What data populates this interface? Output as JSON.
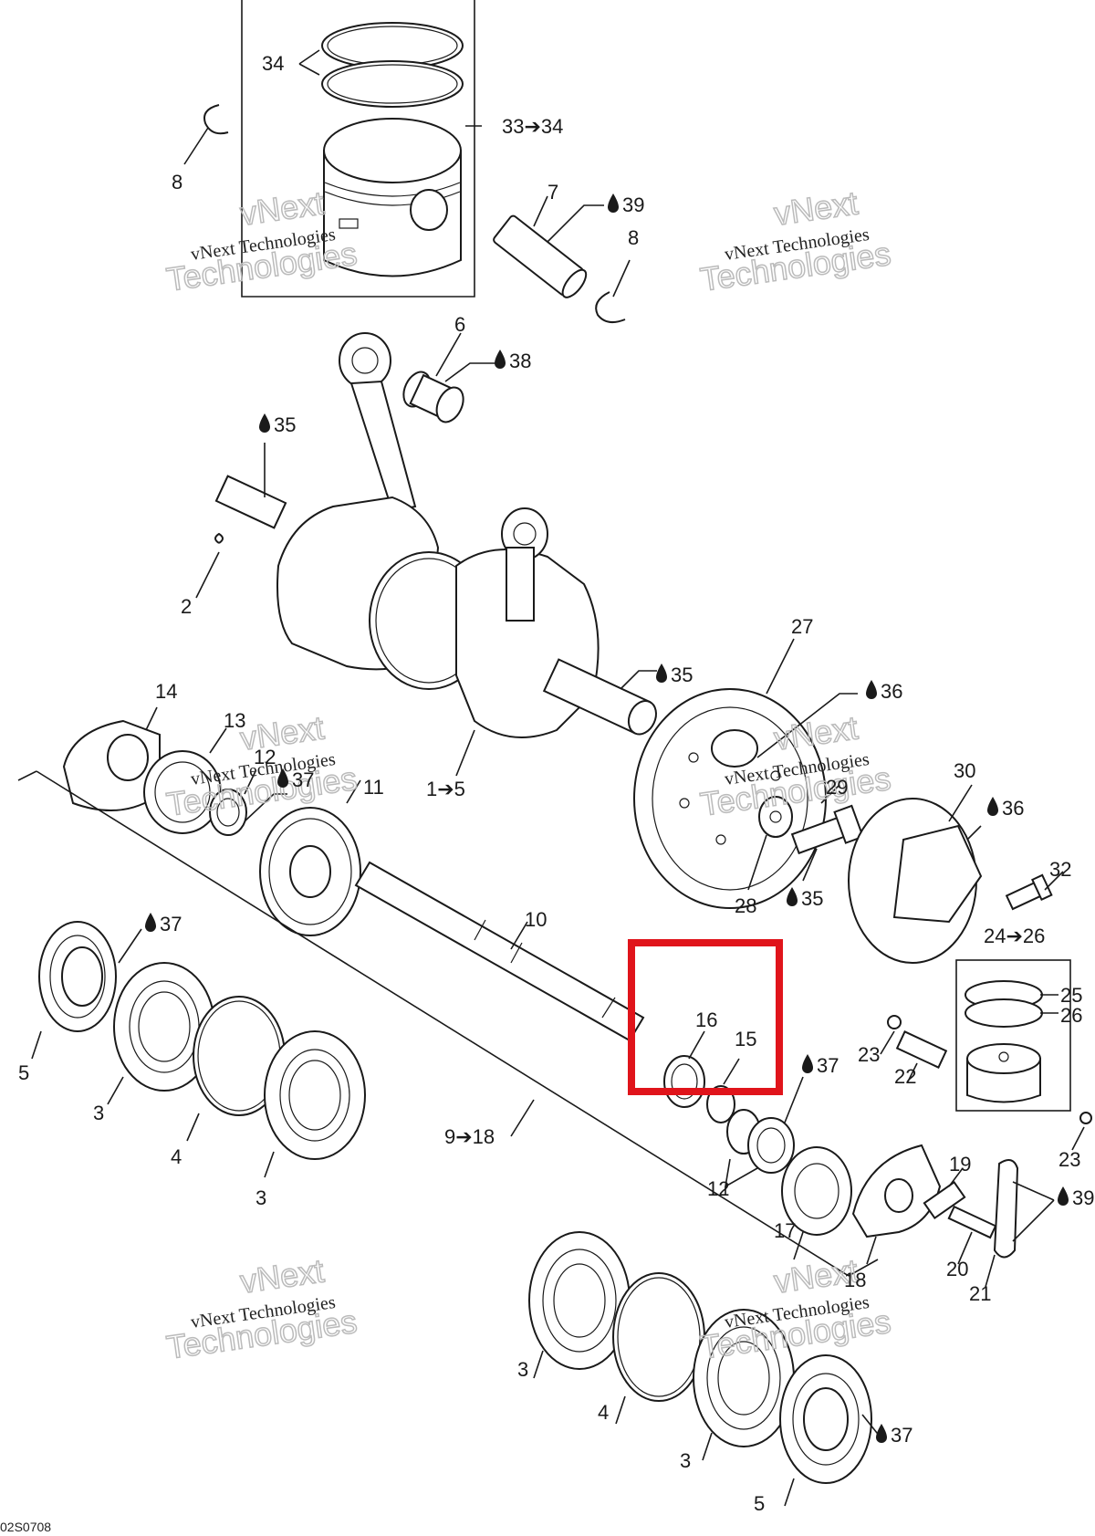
{
  "diagram": {
    "code": "02S0708",
    "watermarks": [
      {
        "line1": "vNext Technologies",
        "line2": "vNext",
        "line3": "Technologies"
      },
      {
        "line1": "vNext Technologies",
        "line2": "vNext",
        "line3": "Technologies"
      },
      {
        "line1": "vNext Technologies",
        "line2": "vNext",
        "line3": "Technologies"
      },
      {
        "line1": "vNext Technologies",
        "line2": "vNext",
        "line3": "Technologies"
      },
      {
        "line1": "vNext Technologies",
        "line2": "vNext",
        "line3": "Technologies"
      },
      {
        "line1": "vNext Technologies",
        "line2": "vNext",
        "line3": "Technologies"
      }
    ],
    "callouts": [
      {
        "id": "c34",
        "text": "34"
      },
      {
        "id": "c33",
        "text": "33➔34"
      },
      {
        "id": "c8a",
        "text": "8"
      },
      {
        "id": "c7",
        "text": "7"
      },
      {
        "id": "c39a",
        "text": "39",
        "drop": true
      },
      {
        "id": "c8b",
        "text": "8"
      },
      {
        "id": "c6",
        "text": "6"
      },
      {
        "id": "c38",
        "text": "38",
        "drop": true
      },
      {
        "id": "c35a",
        "text": "35",
        "drop": true
      },
      {
        "id": "c2",
        "text": "2"
      },
      {
        "id": "c27",
        "text": "27"
      },
      {
        "id": "c35b",
        "text": "35",
        "drop": true
      },
      {
        "id": "c36a",
        "text": "36",
        "drop": true
      },
      {
        "id": "c14",
        "text": "14"
      },
      {
        "id": "c13",
        "text": "13"
      },
      {
        "id": "c12a",
        "text": "12"
      },
      {
        "id": "c37a",
        "text": "37",
        "drop": true
      },
      {
        "id": "c11",
        "text": "11"
      },
      {
        "id": "c1",
        "text": "1➔5"
      },
      {
        "id": "c30",
        "text": "30"
      },
      {
        "id": "c36b",
        "text": "36",
        "drop": true
      },
      {
        "id": "c29",
        "text": "29"
      },
      {
        "id": "c32",
        "text": "32"
      },
      {
        "id": "c28",
        "text": "28"
      },
      {
        "id": "c35c",
        "text": "35",
        "drop": true
      },
      {
        "id": "c37b",
        "text": "37",
        "drop": true
      },
      {
        "id": "c10",
        "text": "10"
      },
      {
        "id": "c24",
        "text": "24➔26"
      },
      {
        "id": "c25",
        "text": "25"
      },
      {
        "id": "c26",
        "text": "26"
      },
      {
        "id": "c16",
        "text": "16"
      },
      {
        "id": "c15",
        "text": "15"
      },
      {
        "id": "c37c",
        "text": "37",
        "drop": true
      },
      {
        "id": "c23a",
        "text": "23"
      },
      {
        "id": "c22",
        "text": "22"
      },
      {
        "id": "c5a",
        "text": "5"
      },
      {
        "id": "c3a",
        "text": "3"
      },
      {
        "id": "c4a",
        "text": "4"
      },
      {
        "id": "c3b",
        "text": "3"
      },
      {
        "id": "c9",
        "text": "9➔18"
      },
      {
        "id": "c12b",
        "text": "12"
      },
      {
        "id": "c17",
        "text": "17"
      },
      {
        "id": "c19",
        "text": "19"
      },
      {
        "id": "c23b",
        "text": "23"
      },
      {
        "id": "c39b",
        "text": "39",
        "drop": true
      },
      {
        "id": "c18",
        "text": "18"
      },
      {
        "id": "c20",
        "text": "20"
      },
      {
        "id": "c21",
        "text": "21"
      },
      {
        "id": "c3c",
        "text": "3"
      },
      {
        "id": "c4b",
        "text": "4"
      },
      {
        "id": "c3d",
        "text": "3"
      },
      {
        "id": "c37d",
        "text": "37",
        "drop": true
      },
      {
        "id": "c5b",
        "text": "5"
      }
    ],
    "colors": {
      "highlight": "#e0141b",
      "ink": "#1a1a1a",
      "watermark": "#bbbbbb"
    },
    "icons": {
      "drop": "oil-drop-icon",
      "arrow": "right-arrow"
    }
  }
}
